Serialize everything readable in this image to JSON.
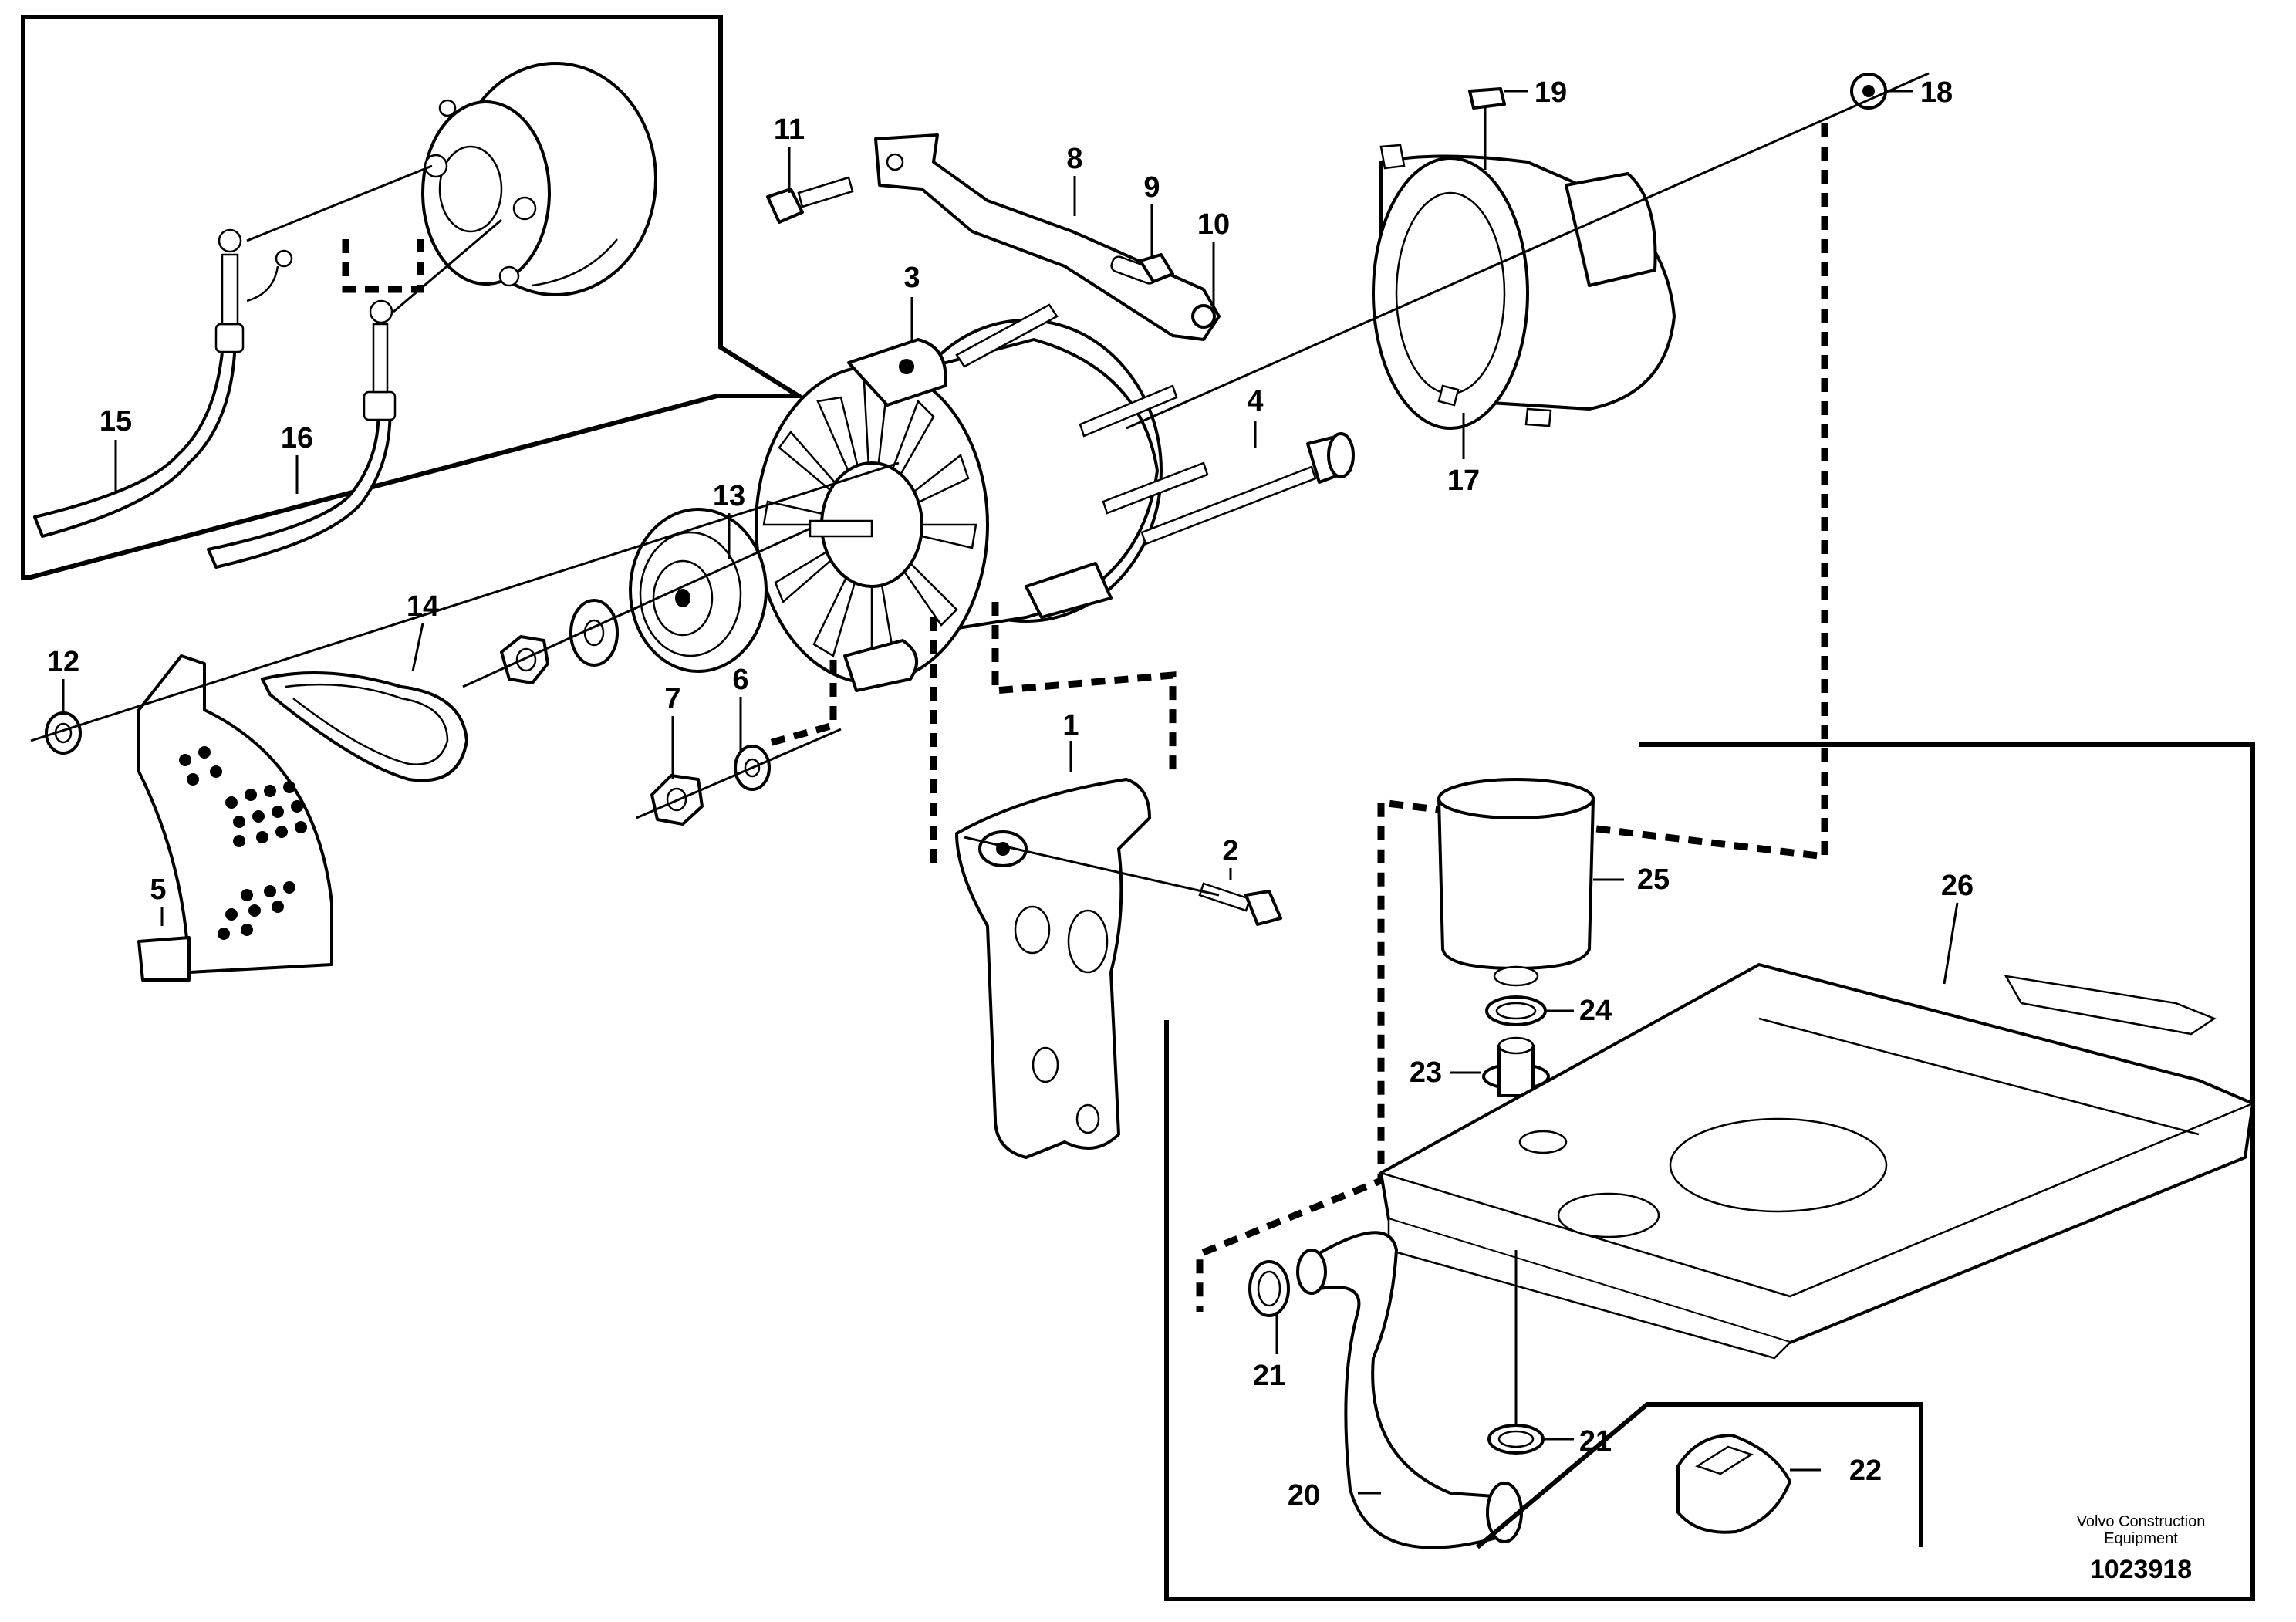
{
  "callouts": {
    "c1": "1",
    "c2": "2",
    "c3": "3",
    "c4": "4",
    "c5": "5",
    "c6": "6",
    "c7": "7",
    "c8": "8",
    "c9": "9",
    "c10": "10",
    "c11": "11",
    "c12": "12",
    "c13": "13",
    "c14": "14",
    "c15": "15",
    "c16": "16",
    "c17": "17",
    "c18": "18",
    "c19": "19",
    "c20": "20",
    "c21a": "21",
    "c21b": "21",
    "c22": "22",
    "c23": "23",
    "c24": "24",
    "c25": "25",
    "c26": "26"
  },
  "footer": {
    "brand_line1": "Volvo Construction",
    "brand_line2": "Equipment",
    "doc_number": "1023918"
  }
}
